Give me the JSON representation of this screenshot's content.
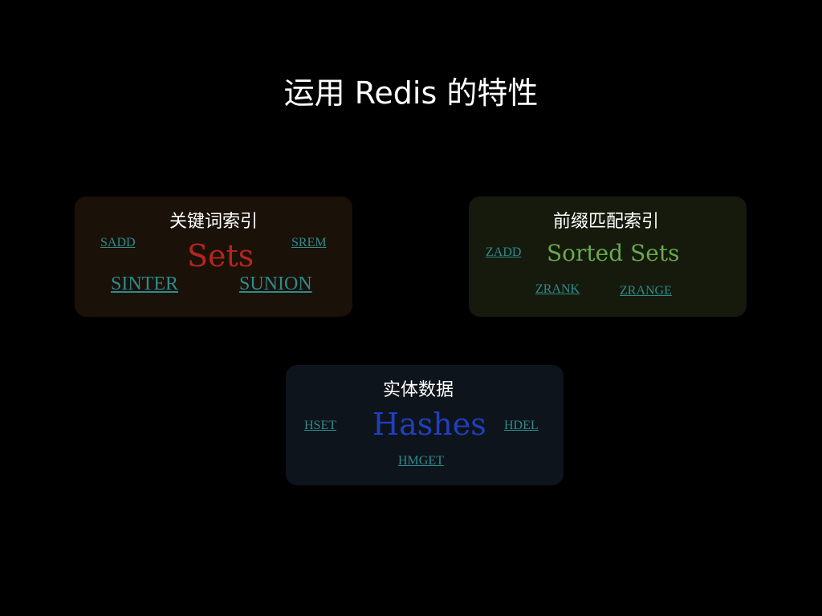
{
  "slide": {
    "title": "运用 Redis 的特性"
  },
  "panels": {
    "sets": {
      "title": "关键词索引",
      "type_label": "Sets",
      "type_color": "#b3261e",
      "commands": [
        "SADD",
        "SREM",
        "SINTER",
        "SUNION"
      ]
    },
    "sorted_sets": {
      "title": "前缀匹配索引",
      "type_label": "Sorted Sets",
      "type_color": "#6aa84f",
      "commands": [
        "ZADD",
        "ZRANK",
        "ZRANGE"
      ]
    },
    "hashes": {
      "title": "实体数据",
      "type_label": "Hashes",
      "type_color": "#1f3fbf",
      "commands": [
        "HSET",
        "HDEL",
        "HMGET"
      ]
    }
  },
  "colors": {
    "background": "#000000",
    "command_link": "#2e8b8b",
    "title_text": "#ffffff"
  }
}
